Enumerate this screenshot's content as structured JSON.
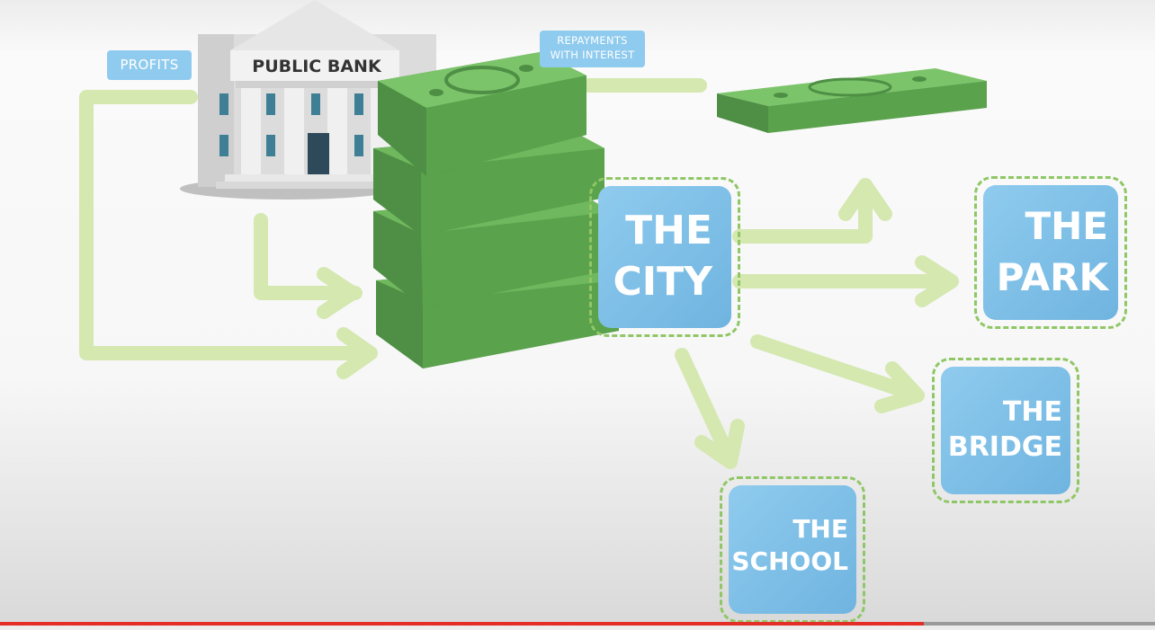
{
  "labels": {
    "profits": "PROFITS",
    "repayments_line1": "REPAYMENTS",
    "repayments_line2": "WITH INTEREST",
    "bank": "PUBLIC BANK"
  },
  "destinations": {
    "city": {
      "line1": "THE",
      "line2": "CITY"
    },
    "park": {
      "line1": "THE",
      "line2": "PARK"
    },
    "bridge": {
      "line1": "THE",
      "line2": "BRIDGE"
    },
    "school": {
      "line1": "THE",
      "line2": "SCHOOL"
    }
  },
  "colors": {
    "arrow": "#d4e8b0",
    "money_dark": "#4e8f45",
    "money_light": "#6fb85e",
    "box_blue": "#8fcbee",
    "dash_green": "#8fc766"
  },
  "video_progress": 0.8
}
